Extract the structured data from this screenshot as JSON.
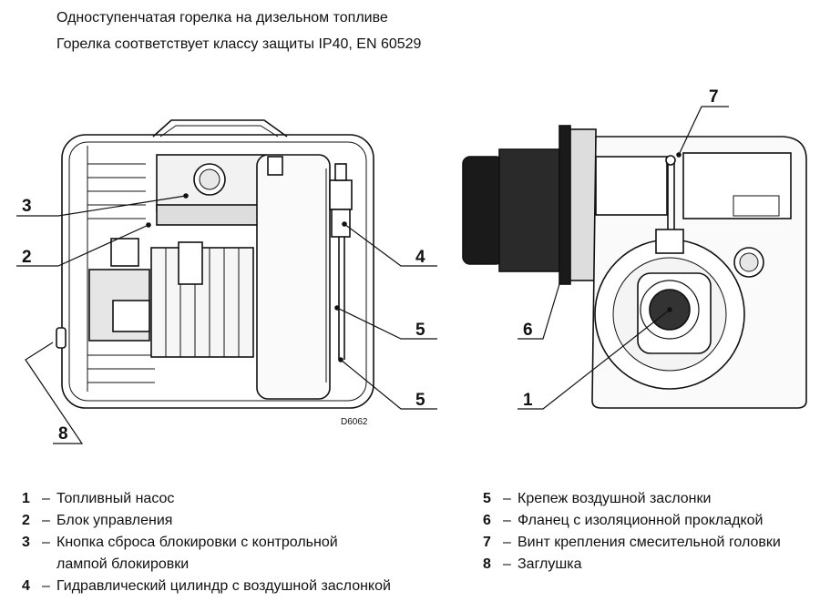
{
  "header": {
    "title": "Одноступенчатая горелка на дизельном топливе",
    "subtitle": "Горелка соответствует классу защиты IP40, EN 60529"
  },
  "drawing_code": "D6062",
  "callouts": {
    "c1": "1",
    "c2": "2",
    "c3": "3",
    "c4": "4",
    "c5a": "5",
    "c5b": "5",
    "c6": "6",
    "c7": "7",
    "c8": "8"
  },
  "legend": {
    "dash": "–",
    "left": [
      {
        "num": "1",
        "text": "Топливный насос"
      },
      {
        "num": "2",
        "text": "Блок управления"
      },
      {
        "num": "3",
        "text": "Кнопка сброса блокировки с контрольной лампой блокировки"
      },
      {
        "num": "4",
        "text": "Гидравлический цилиндр с воздушной заслонкой"
      }
    ],
    "right": [
      {
        "num": "5",
        "text": "Крепеж воздушной заслонки"
      },
      {
        "num": "6",
        "text": "Фланец с изоляционной прокладкой"
      },
      {
        "num": "7",
        "text": "Винт крепления смесительной головки"
      },
      {
        "num": "8",
        "text": "Заглушка"
      }
    ]
  }
}
